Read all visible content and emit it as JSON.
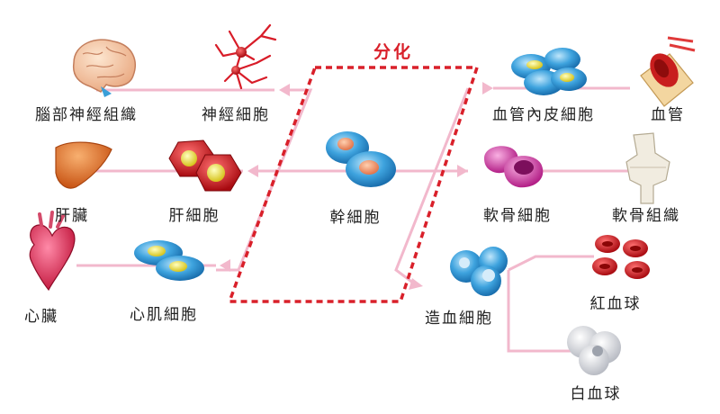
{
  "title": "分化",
  "center": {
    "label": "幹細胞"
  },
  "left_branches": [
    {
      "cell": "神經細胞",
      "organ": "腦部神經組織"
    },
    {
      "cell": "肝細胞",
      "organ": "肝臟"
    },
    {
      "cell": "心肌細胞",
      "organ": "心臟"
    }
  ],
  "right_branches": [
    {
      "cell": "血管內皮細胞",
      "organ": "血管"
    },
    {
      "cell": "軟骨細胞",
      "organ": "軟骨組織"
    },
    {
      "cell": "造血細胞",
      "sub": [
        "紅血球",
        "白血球"
      ]
    }
  ],
  "colors": {
    "line": "#f2b8cc",
    "arrow": "#f2b8cc",
    "dash": "#d9202a",
    "cell_blue": "#3a9fd8"
  }
}
